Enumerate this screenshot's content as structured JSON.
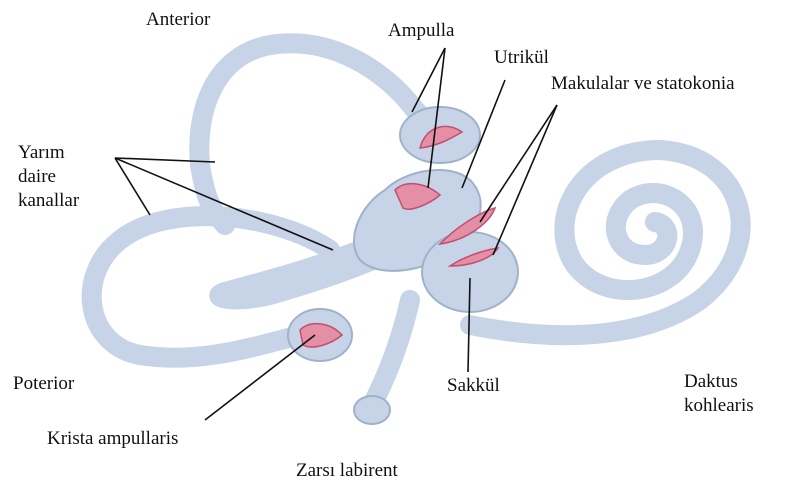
{
  "colors": {
    "canal_fill": "#c7d3e6",
    "canal_edge": "#9fb1cc",
    "sensory_fill": "#e48fa6",
    "sensory_edge": "#c0506f",
    "leader_line": "#111111"
  },
  "labels": {
    "anterior": "Anterior",
    "ampulla": "Ampulla",
    "utrikul": "Utrikül",
    "makulalar": "Makulalar ve statokonia",
    "yarim_line1": "Yarım",
    "yarim_line2": "daire",
    "yarim_line3": "kanallar",
    "poterior": "Poterior",
    "krista": "Krista ampullaris",
    "zarsi": "Zarsı labirent",
    "sakkul": "Sakkül",
    "daktus_line1": "Daktus",
    "daktus_line2": "kohlearis"
  }
}
